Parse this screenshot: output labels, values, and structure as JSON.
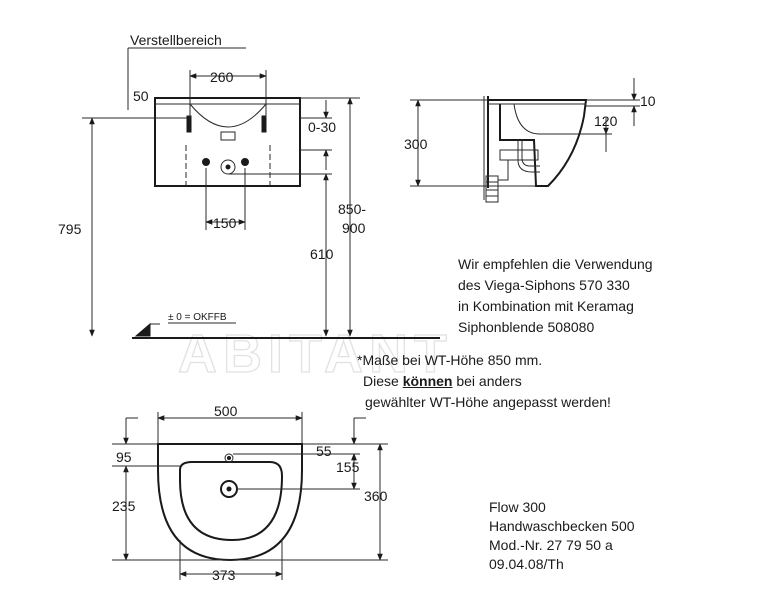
{
  "front_view": {
    "adjust_label": "Verstellbereich",
    "dim_top_width": "260",
    "dim_left_top": "50",
    "dim_adjust_range": "0-30",
    "dim_holes": "150",
    "dim_total_height": "795",
    "dim_rim_height_line1": "850-",
    "dim_rim_height_line2": "900",
    "dim_drain_height": "610",
    "floor_label": "± 0 = OKFFB"
  },
  "side_view": {
    "dim_height": "300",
    "dim_top": "10",
    "dim_depth": "120"
  },
  "recommendation": {
    "lines": [
      "Wir empfehlen die Verwendung",
      "des Viega-Siphons 570 330",
      "in Kombination mit Keramag",
      "Siphonblende 508080"
    ]
  },
  "footnote": {
    "line1": "*Maße bei WT-Höhe 850 mm.",
    "line2_prefix": "Diese ",
    "line2_keyword": "können",
    "line2_suffix": " bei anders",
    "line3": "gewählter WT-Höhe angepasst werden!"
  },
  "plan_view": {
    "dim_width": "500",
    "dim_left_top": "95",
    "dim_right_top": "55",
    "dim_right_mid": "155",
    "dim_left_mid": "235",
    "dim_depth": "360",
    "dim_bowl_width": "373"
  },
  "title_block": {
    "lines": [
      "Flow 300",
      "Handwaschbecken 500",
      "Mod.-Nr. 27 79 50 a",
      "09.04.08/Th"
    ]
  },
  "watermark": "ABITANT"
}
